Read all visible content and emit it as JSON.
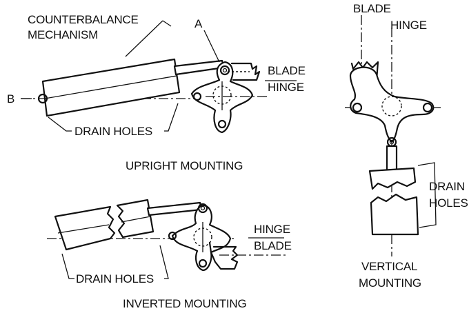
{
  "labels": {
    "counterbalance_line1": "COUNTERBALANCE",
    "counterbalance_line2": "MECHANISM",
    "callout_a": "A",
    "callout_b": "B",
    "blade": "BLADE",
    "hinge": "HINGE",
    "drain_holes": "DRAIN HOLES",
    "upright_mounting": "UPRIGHT MOUNTING",
    "inverted_hinge": "HINGE",
    "inverted_blade": "BLADE",
    "inverted_drain_holes": "DRAIN HOLES",
    "inverted_mounting": "INVERTED MOUNTING",
    "vertical_blade": "BLADE",
    "vertical_hinge": "HINGE",
    "vertical_drain_line1": "DRAIN",
    "vertical_drain_line2": "HOLES",
    "vertical_mounting_line1": "VERTICAL",
    "vertical_mounting_line2": "MOUNTING"
  }
}
